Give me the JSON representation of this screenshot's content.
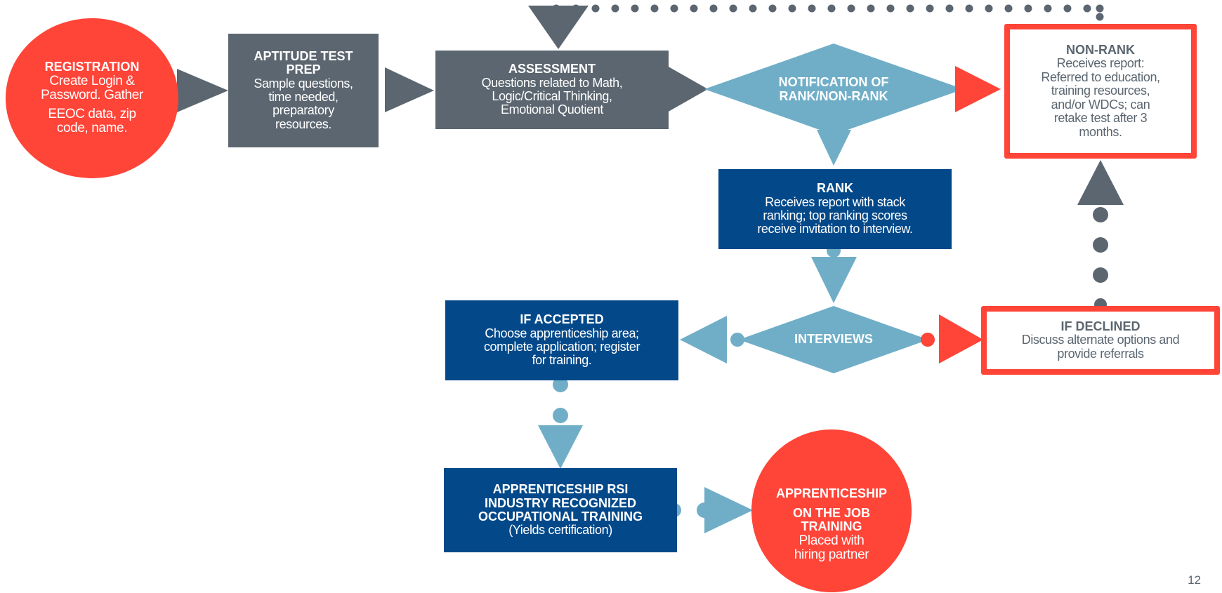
{
  "colors": {
    "red": "#ff4438",
    "gray": "#5b6670",
    "navy": "#03498a",
    "light_blue": "#70aec8"
  },
  "registration": {
    "title": "REGISTRATION",
    "line1": "Create Login &",
    "line2": "Password. Gather",
    "line3": "EEOC data, zip",
    "line4": "code, name."
  },
  "aptitude": {
    "title_1": "APTITUDE TEST",
    "title_2": "PREP",
    "line1": "Sample questions,",
    "line2": "time needed,",
    "line3": "preparatory",
    "line4": "resources."
  },
  "assessment": {
    "title": "ASSESSMENT",
    "line1": "Questions related to Math,",
    "line2": "Logic/Critical Thinking,",
    "line3": "Emotional Quotient"
  },
  "notification": {
    "line1": "NOTIFICATION OF",
    "line2": "RANK/NON-RANK"
  },
  "non_rank": {
    "title": "NON-RANK",
    "line1": "Receives report:",
    "line2": "Referred to education,",
    "line3": "training resources,",
    "line4": "and/or WDCs; can",
    "line5": "retake test after 3",
    "line6": "months."
  },
  "rank": {
    "title": "RANK",
    "line1": "Receives report with stack",
    "line2": "ranking; top ranking scores",
    "line3": "receive invitation to interview."
  },
  "interviews": {
    "label": "INTERVIEWS"
  },
  "if_accepted": {
    "title": "IF ACCEPTED",
    "line1": "Choose apprenticeship area;",
    "line2": "complete application; register",
    "line3": "for training."
  },
  "if_declined": {
    "title": "IF DECLINED",
    "line1": "Discuss alternate options and",
    "line2": "provide referrals"
  },
  "rsi": {
    "title_1": "APPRENTICESHIP RSI",
    "title_2": "INDUSTRY RECOGNIZED",
    "title_3": "OCCUPATIONAL TRAINING",
    "line1": "(Yields certification)"
  },
  "ojt": {
    "title_1": "APPRENTICESHIP",
    "title_2": "ON THE JOB",
    "title_3": "TRAINING",
    "line1": "Placed with",
    "line2": "hiring partner"
  },
  "page_number": "12"
}
